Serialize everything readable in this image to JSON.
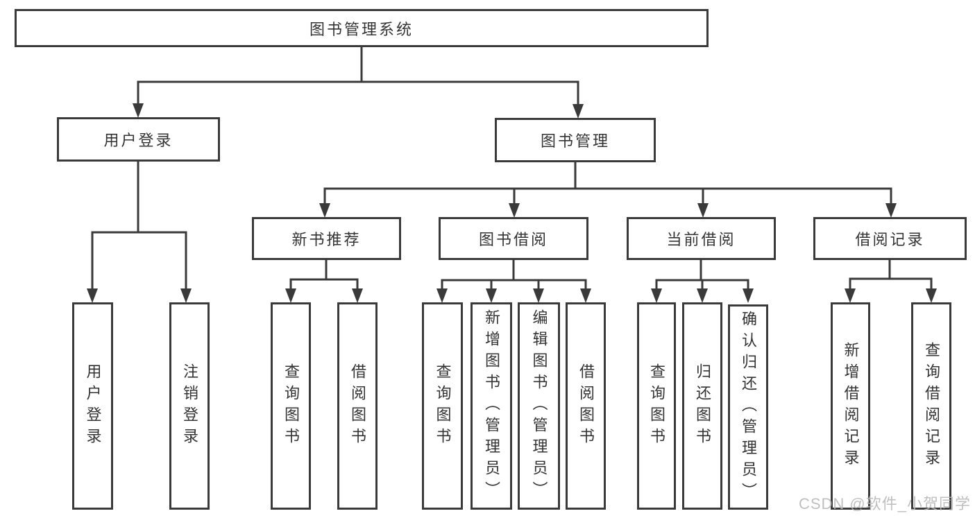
{
  "diagram": {
    "root": {
      "label": "图书管理系统"
    },
    "branches": [
      {
        "label": "用户登录",
        "children": [
          {
            "label": "用户登录"
          },
          {
            "label": "注销登录"
          }
        ]
      },
      {
        "label": "图书管理",
        "children": [
          {
            "label": "新书推荐",
            "children": [
              {
                "label": "查询图书"
              },
              {
                "label": "借阅图书"
              }
            ]
          },
          {
            "label": "图书借阅",
            "children": [
              {
                "label": "查询图书"
              },
              {
                "label": "新增图书（管理员）"
              },
              {
                "label": "编辑图书（管理员）"
              },
              {
                "label": "借阅图书"
              }
            ]
          },
          {
            "label": "当前借阅",
            "children": [
              {
                "label": "查询图书"
              },
              {
                "label": "归还图书"
              },
              {
                "label": "确认归还（管理员）"
              }
            ]
          },
          {
            "label": "借阅记录",
            "children": [
              {
                "label": "新增借阅记录"
              },
              {
                "label": "查询借阅记录"
              }
            ]
          }
        ]
      }
    ]
  },
  "watermark": {
    "text": "CSDN @软件_小贺同学"
  },
  "colors": {
    "line": "#3a3a3a",
    "text": "#333333",
    "box_background": "#ffffff",
    "watermark": "#b9b9b9",
    "page_background": "#ffffff"
  }
}
